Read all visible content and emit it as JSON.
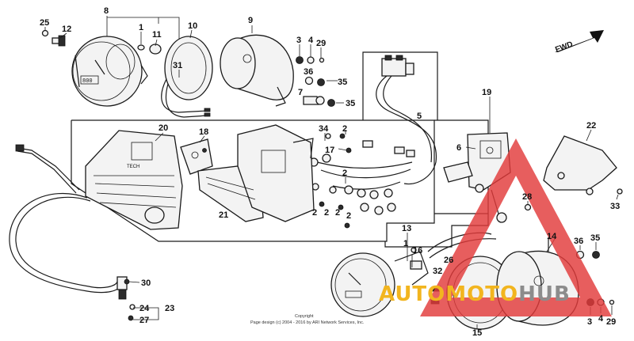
{
  "diagram": {
    "direction_label": "FWD",
    "callouts": [
      {
        "id": "c25",
        "text": "25"
      },
      {
        "id": "c12",
        "text": "12"
      },
      {
        "id": "c8",
        "text": "8"
      },
      {
        "id": "c1a",
        "text": "1"
      },
      {
        "id": "c11",
        "text": "11"
      },
      {
        "id": "c10",
        "text": "10"
      },
      {
        "id": "c31",
        "text": "31"
      },
      {
        "id": "c9",
        "text": "9"
      },
      {
        "id": "c3a",
        "text": "3"
      },
      {
        "id": "c4a",
        "text": "4"
      },
      {
        "id": "c29a",
        "text": "29"
      },
      {
        "id": "c36a",
        "text": "36"
      },
      {
        "id": "c35a",
        "text": "35"
      },
      {
        "id": "c7",
        "text": "7"
      },
      {
        "id": "c35b",
        "text": "35"
      },
      {
        "id": "c5",
        "text": "5"
      },
      {
        "id": "c19",
        "text": "19"
      },
      {
        "id": "c6",
        "text": "6"
      },
      {
        "id": "c22",
        "text": "22"
      },
      {
        "id": "c20",
        "text": "20"
      },
      {
        "id": "c18",
        "text": "18"
      },
      {
        "id": "c34",
        "text": "34"
      },
      {
        "id": "c2a",
        "text": "2"
      },
      {
        "id": "c17",
        "text": "17"
      },
      {
        "id": "c2b",
        "text": "2"
      },
      {
        "id": "c21",
        "text": "21"
      },
      {
        "id": "c2c",
        "text": "2"
      },
      {
        "id": "c2d",
        "text": "2"
      },
      {
        "id": "c2e",
        "text": "2"
      },
      {
        "id": "c2f",
        "text": "2"
      },
      {
        "id": "c28",
        "text": "28"
      },
      {
        "id": "c33",
        "text": "33"
      },
      {
        "id": "c13",
        "text": "13"
      },
      {
        "id": "c1b",
        "text": "1"
      },
      {
        "id": "c16",
        "text": "16"
      },
      {
        "id": "c26",
        "text": "26"
      },
      {
        "id": "c32",
        "text": "32"
      },
      {
        "id": "c14",
        "text": "14"
      },
      {
        "id": "c36b",
        "text": "36"
      },
      {
        "id": "c35c",
        "text": "35"
      },
      {
        "id": "c30",
        "text": "30"
      },
      {
        "id": "c24",
        "text": "24"
      },
      {
        "id": "c23",
        "text": "23"
      },
      {
        "id": "c27",
        "text": "27"
      },
      {
        "id": "c15",
        "text": "15"
      },
      {
        "id": "c3b",
        "text": "3"
      },
      {
        "id": "c4b",
        "text": "4"
      },
      {
        "id": "c29b",
        "text": "29"
      }
    ],
    "footer_line1": "Copyright",
    "footer_line2": "Page design (c) 2004 - 2016 by ARI Network Services, Inc.",
    "dash_text": "TECH",
    "watermark": {
      "part1": "AUTO",
      "part2": "MOTO",
      "part3": "HUB",
      "color_triangle": "#e23b3b",
      "color_gold": "#f2b51f",
      "color_grey": "#8c8c8c"
    }
  }
}
